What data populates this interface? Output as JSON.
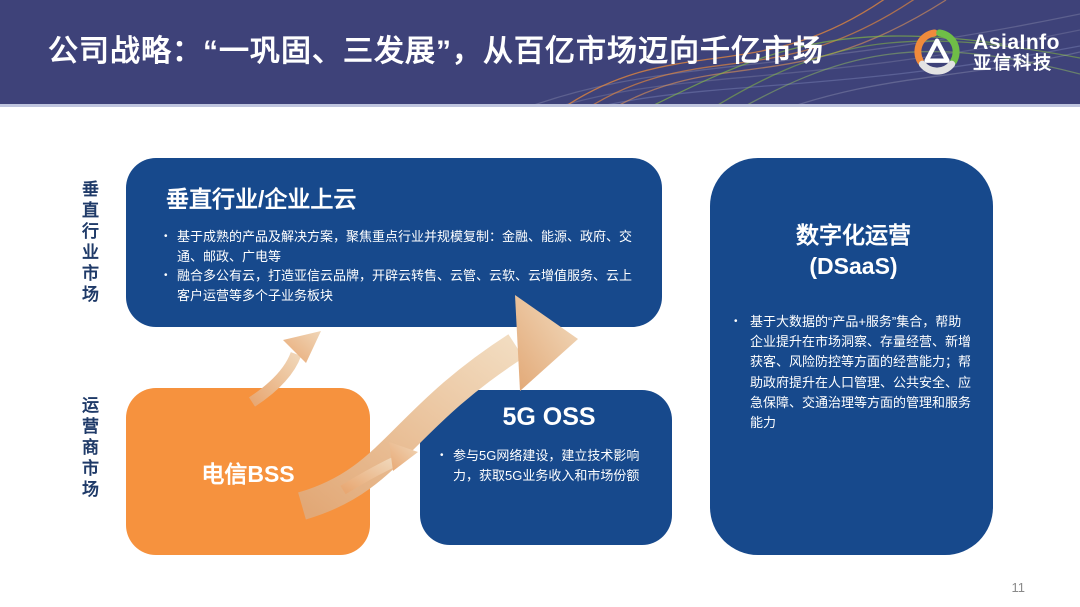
{
  "header": {
    "title": "公司战略：“一巩固、三发展”，从百亿市场迈向千亿市场",
    "logo": {
      "line1": "AsiaInfo",
      "line2": "亚信科技"
    }
  },
  "labels": {
    "vertical_market": "垂直行业市场",
    "operator_market": "运营商市场"
  },
  "bullet_char": "•",
  "boxes": {
    "vertical_cloud": {
      "title": "垂直行业/企业上云",
      "bullets": [
        "基于成熟的产品及解决方案，聚焦重点行业并规模复制：金融、能源、政府、交通、邮政、广电等",
        "融合多公有云，打造亚信云品牌，开辟云转售、云管、云软、云增值服务、云上客户运营等多个子业务板块"
      ]
    },
    "telecom_bss": {
      "title": "电信BSS"
    },
    "oss5g": {
      "title": "5G OSS",
      "bullets": [
        "参与5G网络建设，建立技术影响力，获取5G业务收入和市场份额"
      ]
    },
    "dsaas": {
      "title": "数字化运营",
      "subtitle": "(DSaaS)",
      "bullets": [
        "基于大数据的“产品+服务”集合，帮助企业提升在市场洞察、存量经营、新增获客、风险防控等方面的经营能力；帮助政府提升在人口管理、公共安全、应急保障、交通治理等方面的管理和服务能力"
      ]
    }
  },
  "footer": {
    "page_number": "11"
  },
  "colors": {
    "header_bg": "#3E4279",
    "box_blue": "#17498C",
    "box_orange": "#F6923E",
    "arrow_start": "#E8A873",
    "arrow_end": "#F0D6B8",
    "label_navy": "#1F3A68"
  }
}
